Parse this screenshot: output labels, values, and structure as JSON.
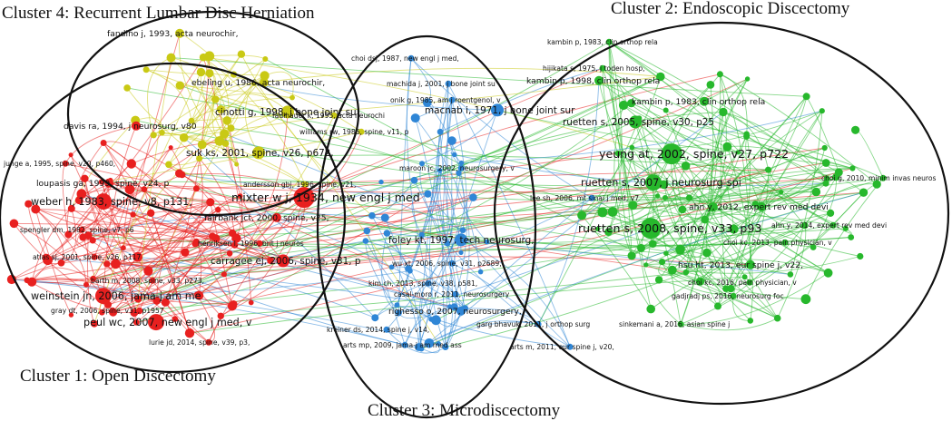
{
  "clusters": [
    {
      "id": 1,
      "title": "Cluster 1: Open Discectomy",
      "color": "#e8201f"
    },
    {
      "id": 2,
      "title": "Cluster 2:  Endoscopic Discectomy",
      "color": "#27b82c"
    },
    {
      "id": 3,
      "title": "Cluster 3:  Microdiscectomy",
      "color": "#2f86d6"
    },
    {
      "id": 4,
      "title": "Cluster 4: Recurrent Lumbar Disc Herniation",
      "color": "#c9c914"
    }
  ],
  "nodes": [
    {
      "label": "fandino j, 1993, acta neurochir,",
      "cluster": 4,
      "weight": 2
    },
    {
      "label": "ebeling u, 1986, acta neurochir,",
      "cluster": 4,
      "weight": 2
    },
    {
      "label": "cinotti g, 1998, j bone joint su",
      "cluster": 4,
      "weight": 3
    },
    {
      "label": "davis ra, 1994, j neurosurg, v80",
      "cluster": 1,
      "weight": 2
    },
    {
      "label": "faulhauer k, 1995, acta neurochi",
      "cluster": 4,
      "weight": 1
    },
    {
      "label": "williams rw, 1986, spine, v11, p",
      "cluster": 4,
      "weight": 1
    },
    {
      "label": "suk ks, 2001, spine, v26, p672,",
      "cluster": 4,
      "weight": 3
    },
    {
      "label": "junge a, 1995, spine, v20, p460,",
      "cluster": 1,
      "weight": 1
    },
    {
      "label": "loupasis ga, 1999, spine, v24, p",
      "cluster": 1,
      "weight": 2
    },
    {
      "label": "andersson gbj, 1996, spine, v21,",
      "cluster": 4,
      "weight": 1
    },
    {
      "label": "weber h, 1983, spine, v8, p131,",
      "cluster": 1,
      "weight": 4
    },
    {
      "label": "mixter w j, 1934, new engl j med",
      "cluster": 1,
      "weight": 5
    },
    {
      "label": "fairbank jct, 2000, spine, v25,",
      "cluster": 1,
      "weight": 2
    },
    {
      "label": "spengler dm, 1982, spine, v7, p6",
      "cluster": 1,
      "weight": 1
    },
    {
      "label": "henriksen l, 1996, brit j neuros",
      "cluster": 1,
      "weight": 1
    },
    {
      "label": "atlas sj, 2001, spine, v26, p117",
      "cluster": 1,
      "weight": 1
    },
    {
      "label": "carragee ej, 2006, spine, v31, p",
      "cluster": 1,
      "weight": 3
    },
    {
      "label": "barth m, 2008, spine, v33, p273,",
      "cluster": 1,
      "weight": 1
    },
    {
      "label": "weinstein jn, 2006, jama-j am me",
      "cluster": 1,
      "weight": 4
    },
    {
      "label": "gray dt, 2006, spine, v31, p1957",
      "cluster": 1,
      "weight": 1
    },
    {
      "label": "peul wc, 2007, new engl j med, v",
      "cluster": 1,
      "weight": 4
    },
    {
      "label": "lurie jd, 2014, spine, v39, p3,",
      "cluster": 1,
      "weight": 1
    },
    {
      "label": "kambin p, 1983, clin orthop rela",
      "cluster": 2,
      "weight": 1
    },
    {
      "label": "choi dsj, 1987, new engl j med,",
      "cluster": 3,
      "weight": 1
    },
    {
      "label": "hijikata s, 1975, j toden hosp,",
      "cluster": 2,
      "weight": 1
    },
    {
      "label": "machida j, 2001, j bone joint su",
      "cluster": 3,
      "weight": 1
    },
    {
      "label": "onik g, 1985, am j roentgenol, v",
      "cluster": 3,
      "weight": 1
    },
    {
      "label": "kambin p, 1998, clin orthop rela",
      "cluster": 2,
      "weight": 2
    },
    {
      "label": "kambin p, 1983, clin orthop rela",
      "cluster": 2,
      "weight": 2
    },
    {
      "label": "macnab i, 1971, j bone joint sur",
      "cluster": 3,
      "weight": 3
    },
    {
      "label": "ruetten s, 2005, spine, v30, p25",
      "cluster": 2,
      "weight": 3
    },
    {
      "label": "yeung at, 2002, spine, v27, p722",
      "cluster": 2,
      "weight": 5
    },
    {
      "label": "choi g, 2010, minim invas neuros",
      "cluster": 2,
      "weight": 1
    },
    {
      "label": "maroon jc, 2002, neurosurgery, v",
      "cluster": 3,
      "weight": 1
    },
    {
      "label": "ruetten s, 2007, j neurosurg-spi",
      "cluster": 2,
      "weight": 4
    },
    {
      "label": "lee sh, 2006, mt sinai j med, v7",
      "cluster": 3,
      "weight": 1
    },
    {
      "label": "ahn y, 2012, expert rev med devi",
      "cluster": 2,
      "weight": 2
    },
    {
      "label": "ahn y, 2014, expert rev med devi",
      "cluster": 2,
      "weight": 1
    },
    {
      "label": "ruetten s, 2008, spine, v33, p93",
      "cluster": 2,
      "weight": 5
    },
    {
      "label": "foley kt, 1997, tech neurosurg,",
      "cluster": 3,
      "weight": 3
    },
    {
      "label": "choi kc, 2013, pain physician, v",
      "cluster": 2,
      "weight": 1
    },
    {
      "label": "wu xt, 2006, spine, v31, p2689,",
      "cluster": 3,
      "weight": 1
    },
    {
      "label": "kim ch, 2013, spine, v38, p581,",
      "cluster": 3,
      "weight": 1
    },
    {
      "label": "hsu ht, 2013, eur spine j, v22,",
      "cluster": 2,
      "weight": 2
    },
    {
      "label": "casal-moro r, 2011, neurosurgery",
      "cluster": 3,
      "weight": 1
    },
    {
      "label": "choi kc, 2016, pain physician, v",
      "cluster": 2,
      "weight": 1
    },
    {
      "label": "gadjradj ps, 2016, neurosurg foc",
      "cluster": 2,
      "weight": 1
    },
    {
      "label": "righesso o, 2007, neurosurgery,",
      "cluster": 3,
      "weight": 2
    },
    {
      "label": "garg bhavuk, 2011, j orthop surg",
      "cluster": 3,
      "weight": 1
    },
    {
      "label": "kreiner ds, 2014, spine j, v14,",
      "cluster": 3,
      "weight": 1
    },
    {
      "label": "sinkemani a, 2016, asian spine j",
      "cluster": 2,
      "weight": 1
    },
    {
      "label": "arts mp, 2009, jama-j am med ass",
      "cluster": 3,
      "weight": 1
    },
    {
      "label": "arts m, 2011, eur spine j, v20,",
      "cluster": 3,
      "weight": 1
    }
  ]
}
